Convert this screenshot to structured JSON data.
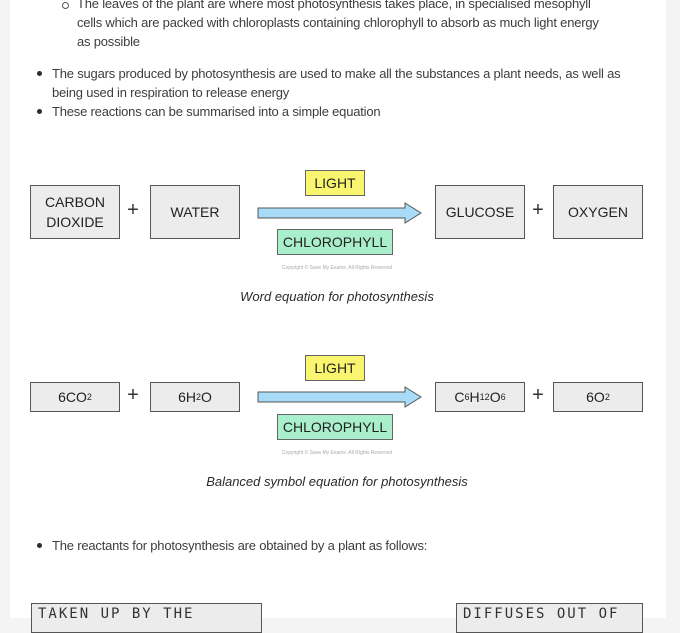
{
  "intro": {
    "sub_bullet_lines": [
      "The leaves of the plant are where most photosynthesis takes place, in specialised mesophyll",
      "cells which are packed with chloroplasts containing chlorophyll to absorb as much light energy",
      "as possible"
    ],
    "bullet1_lines": [
      "The sugars produced by photosynthesis are used to make all the substances a plant needs, as well as",
      "being used in respiration to release energy"
    ],
    "bullet2": "These reactions can be summarised into a simple equation"
  },
  "word_equation": {
    "reactant1_line1": "CARBON",
    "reactant1_line2": "DIOXIDE",
    "plus": "+",
    "reactant2": "WATER",
    "condition_top": "LIGHT",
    "condition_bottom": "CHLOROPHYLL",
    "product1": "GLUCOSE",
    "product2": "OXYGEN",
    "copyright": "Copyright © Save My Exams. All Rights Reserved",
    "caption": "Word equation for photosynthesis"
  },
  "symbol_equation": {
    "r1_coef": "6CO",
    "r1_sub": "2",
    "r2_coef": "6H",
    "r2_sub": "2",
    "r2_tail": "O",
    "p1_c": "C",
    "p1_c_sub": "6",
    "p1_h": "H",
    "p1_h_sub": "12",
    "p1_o": "O",
    "p1_o_sub": "6",
    "p2_coef": "6O",
    "p2_sub": "2",
    "condition_top": "LIGHT",
    "condition_bottom": "CHLOROPHYLL",
    "copyright": "Copyright © Save My Exams. All Rights Reserved",
    "caption": "Balanced symbol equation for photosynthesis"
  },
  "reactants_bullet": "The reactants for photosynthesis are obtained by a plant as follows:",
  "bottom_boxes": {
    "left": "TAKEN UP BY THE",
    "right": "DIFFUSES OUT OF"
  },
  "colors": {
    "light_box": "#faf56e",
    "chlorophyll_box": "#a9efcc",
    "arrow_fill": "#a8dcf6",
    "term_box": "#ececec"
  }
}
